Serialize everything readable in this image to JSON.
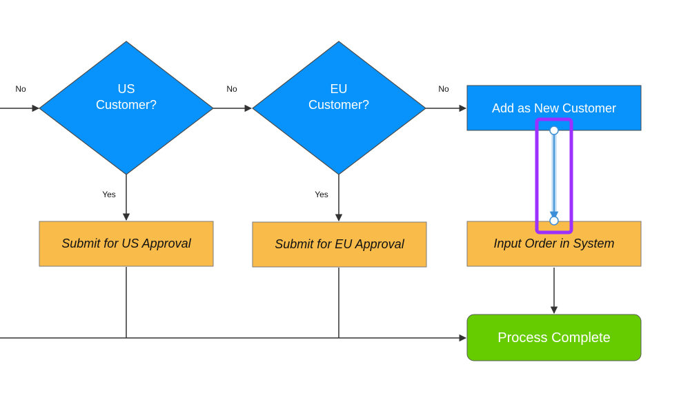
{
  "colors": {
    "decision_fill": "#0892fb",
    "decision_stroke": "#4a4a4a",
    "process_fill": "#ffffff",
    "task_fill": "#f9bb4a",
    "task_stroke": "#7a7a7a",
    "complete_fill": "#66cc00",
    "complete_stroke": "#5a5a5a",
    "edge": "#333333",
    "selection": "#9b30ff",
    "selected_edge": "#3a8fd8",
    "text_light": "#ffffff",
    "text_dark": "#111111"
  },
  "nodes": {
    "us_customer": {
      "line1": "US",
      "line2": "Customer?"
    },
    "eu_customer": {
      "line1": "EU",
      "line2": "Customer?"
    },
    "add_new_customer": {
      "label": "Add as New Customer"
    },
    "submit_us": {
      "label": "Submit for US Approval"
    },
    "submit_eu": {
      "label": "Submit for EU Approval"
    },
    "input_order": {
      "label": "Input Order in System"
    },
    "process_complete": {
      "label": "Process Complete"
    }
  },
  "edge_labels": {
    "no_into_us": "No",
    "no_us_to_eu": "No",
    "no_eu_to_add": "No",
    "yes_us": "Yes",
    "yes_eu": "Yes"
  }
}
